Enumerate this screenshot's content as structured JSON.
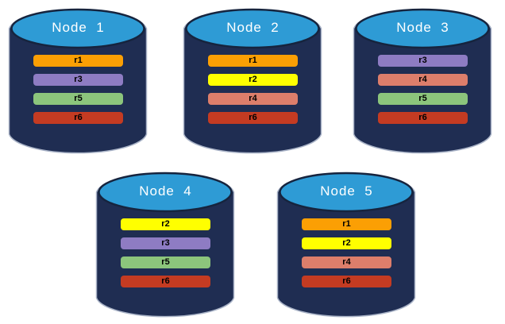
{
  "palette": {
    "r1": "#FB9F04",
    "r2": "#FFFF00",
    "r3": "#8E7CC3",
    "r4": "#DD7E6B",
    "r5": "#8CC57C",
    "r6": "#C43B22"
  },
  "colors": {
    "cylinder_body": "#1F2D52",
    "cylinder_top": "#2E9BD5",
    "cylinder_top_rim": "#16243E",
    "cylinder_edge_highlight": "#A9B3C7",
    "title_text": "#FFFFFF",
    "bar_text": "#000000",
    "background": "#FFFFFF"
  },
  "nodes": [
    {
      "title": "Node  1",
      "replicas": [
        "r1",
        "r3",
        "r5",
        "r6"
      ]
    },
    {
      "title": "Node  2",
      "replicas": [
        "r1",
        "r2",
        "r4",
        "r6"
      ]
    },
    {
      "title": "Node  3",
      "replicas": [
        "r3",
        "r4",
        "r5",
        "r6"
      ]
    },
    {
      "title": "Node  4",
      "replicas": [
        "r2",
        "r3",
        "r5",
        "r6"
      ]
    },
    {
      "title": "Node  5",
      "replicas": [
        "r1",
        "r2",
        "r4",
        "r6"
      ]
    }
  ]
}
